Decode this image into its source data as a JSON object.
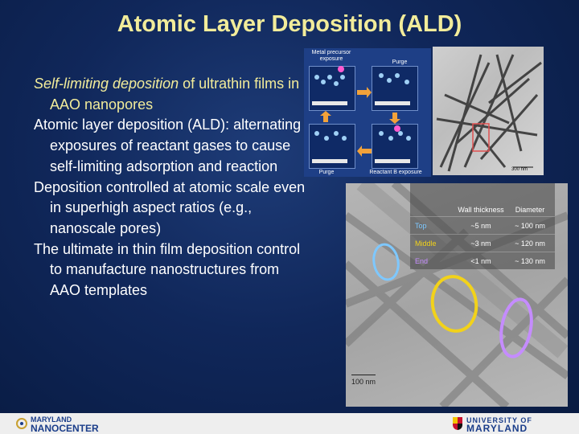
{
  "slide": {
    "title": "Atomic Layer Deposition (ALD)"
  },
  "bullets": {
    "b1_italic": "Self-limiting deposition",
    "b1_rest": " of ultrathin films in AAO nanopores",
    "b2": "Atomic layer deposition (ALD): alternating exposures of reactant gases to cause self-limiting adsorption and reaction",
    "b3": "Deposition controlled at atomic scale even in superhigh aspect ratios (e.g., nanoscale pores)",
    "b4": "The ultimate in thin film deposition control to manufacture nanostructures from AAO templates"
  },
  "schematic": {
    "label_tl": "Metal precursor exposure",
    "label_tr": "Purge",
    "label_bl": "Purge",
    "label_br": "Reactant B exposure"
  },
  "tem_top": {
    "scale_label": "300 nm"
  },
  "table": {
    "header_col2": "Wall thickness",
    "header_col3": "Diameter",
    "rows": [
      {
        "pos": "Top",
        "wall": "~5 nm",
        "diam": "~ 100 nm"
      },
      {
        "pos": "Middle",
        "wall": "~3 nm",
        "diam": "~ 120 nm"
      },
      {
        "pos": "End",
        "wall": "<1 nm",
        "diam": "~ 130 nm"
      }
    ],
    "row_colors": [
      "#7ec8ff",
      "#f2d21a",
      "#c58cff"
    ]
  },
  "tem_main": {
    "scale_label": "100 nm"
  },
  "footer": {
    "left_line1": "MARYLAND",
    "left_line2": "NANOCENTER",
    "right_line1": "UNIVERSITY OF",
    "right_line2": "MARYLAND"
  }
}
